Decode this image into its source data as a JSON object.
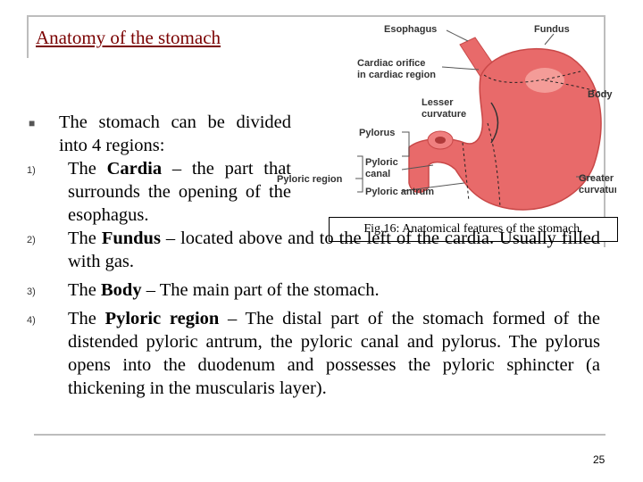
{
  "slide": {
    "title": "Anatomy of the stomach",
    "page_number": "25"
  },
  "figure": {
    "caption": "Fig.16: Anatomical features of the stomach.",
    "labels": {
      "esophagus": "Esophagus",
      "fundus": "Fundus",
      "cardiac1": "Cardiac orifice",
      "cardiac2": "in cardiac region",
      "body": "Body",
      "lesser1": "Lesser",
      "lesser2": "curvature",
      "pylorus": "Pylorus",
      "pcanal1": "Pyloric",
      "pcanal2": "canal",
      "pregion": "Pyloric region",
      "greater1": "Greater",
      "greater2": "curvature",
      "pantrum": "Pyloric antrum"
    },
    "colors": {
      "stomach": "#e86a6a",
      "stomach_dark": "#c94848",
      "highlight": "#f6a9a4"
    }
  },
  "content": {
    "intro": {
      "marker": "■",
      "text": "The stomach can be divided into 4 regions:"
    },
    "items": [
      {
        "marker": "1)",
        "bold": "Cardia",
        "pre": "The ",
        "post": " – the part that surrounds the opening of the esophagus."
      },
      {
        "marker": "2)",
        "bold": "Fundus",
        "pre": "The ",
        "post": " – located above and to the left of the cardia. Usually filled with gas."
      },
      {
        "marker": "3)",
        "bold": "Body",
        "pre": "The ",
        "post": " – The main part of the stomach."
      },
      {
        "marker": "4)",
        "bold": "Pyloric region",
        "pre": "The ",
        "post": " – The distal part of the stomach formed of the distended pyloric antrum, the pyloric canal and pylorus. The pylorus opens into the duodenum and possesses the pyloric sphincter (a thickening in the muscularis layer)."
      }
    ]
  }
}
